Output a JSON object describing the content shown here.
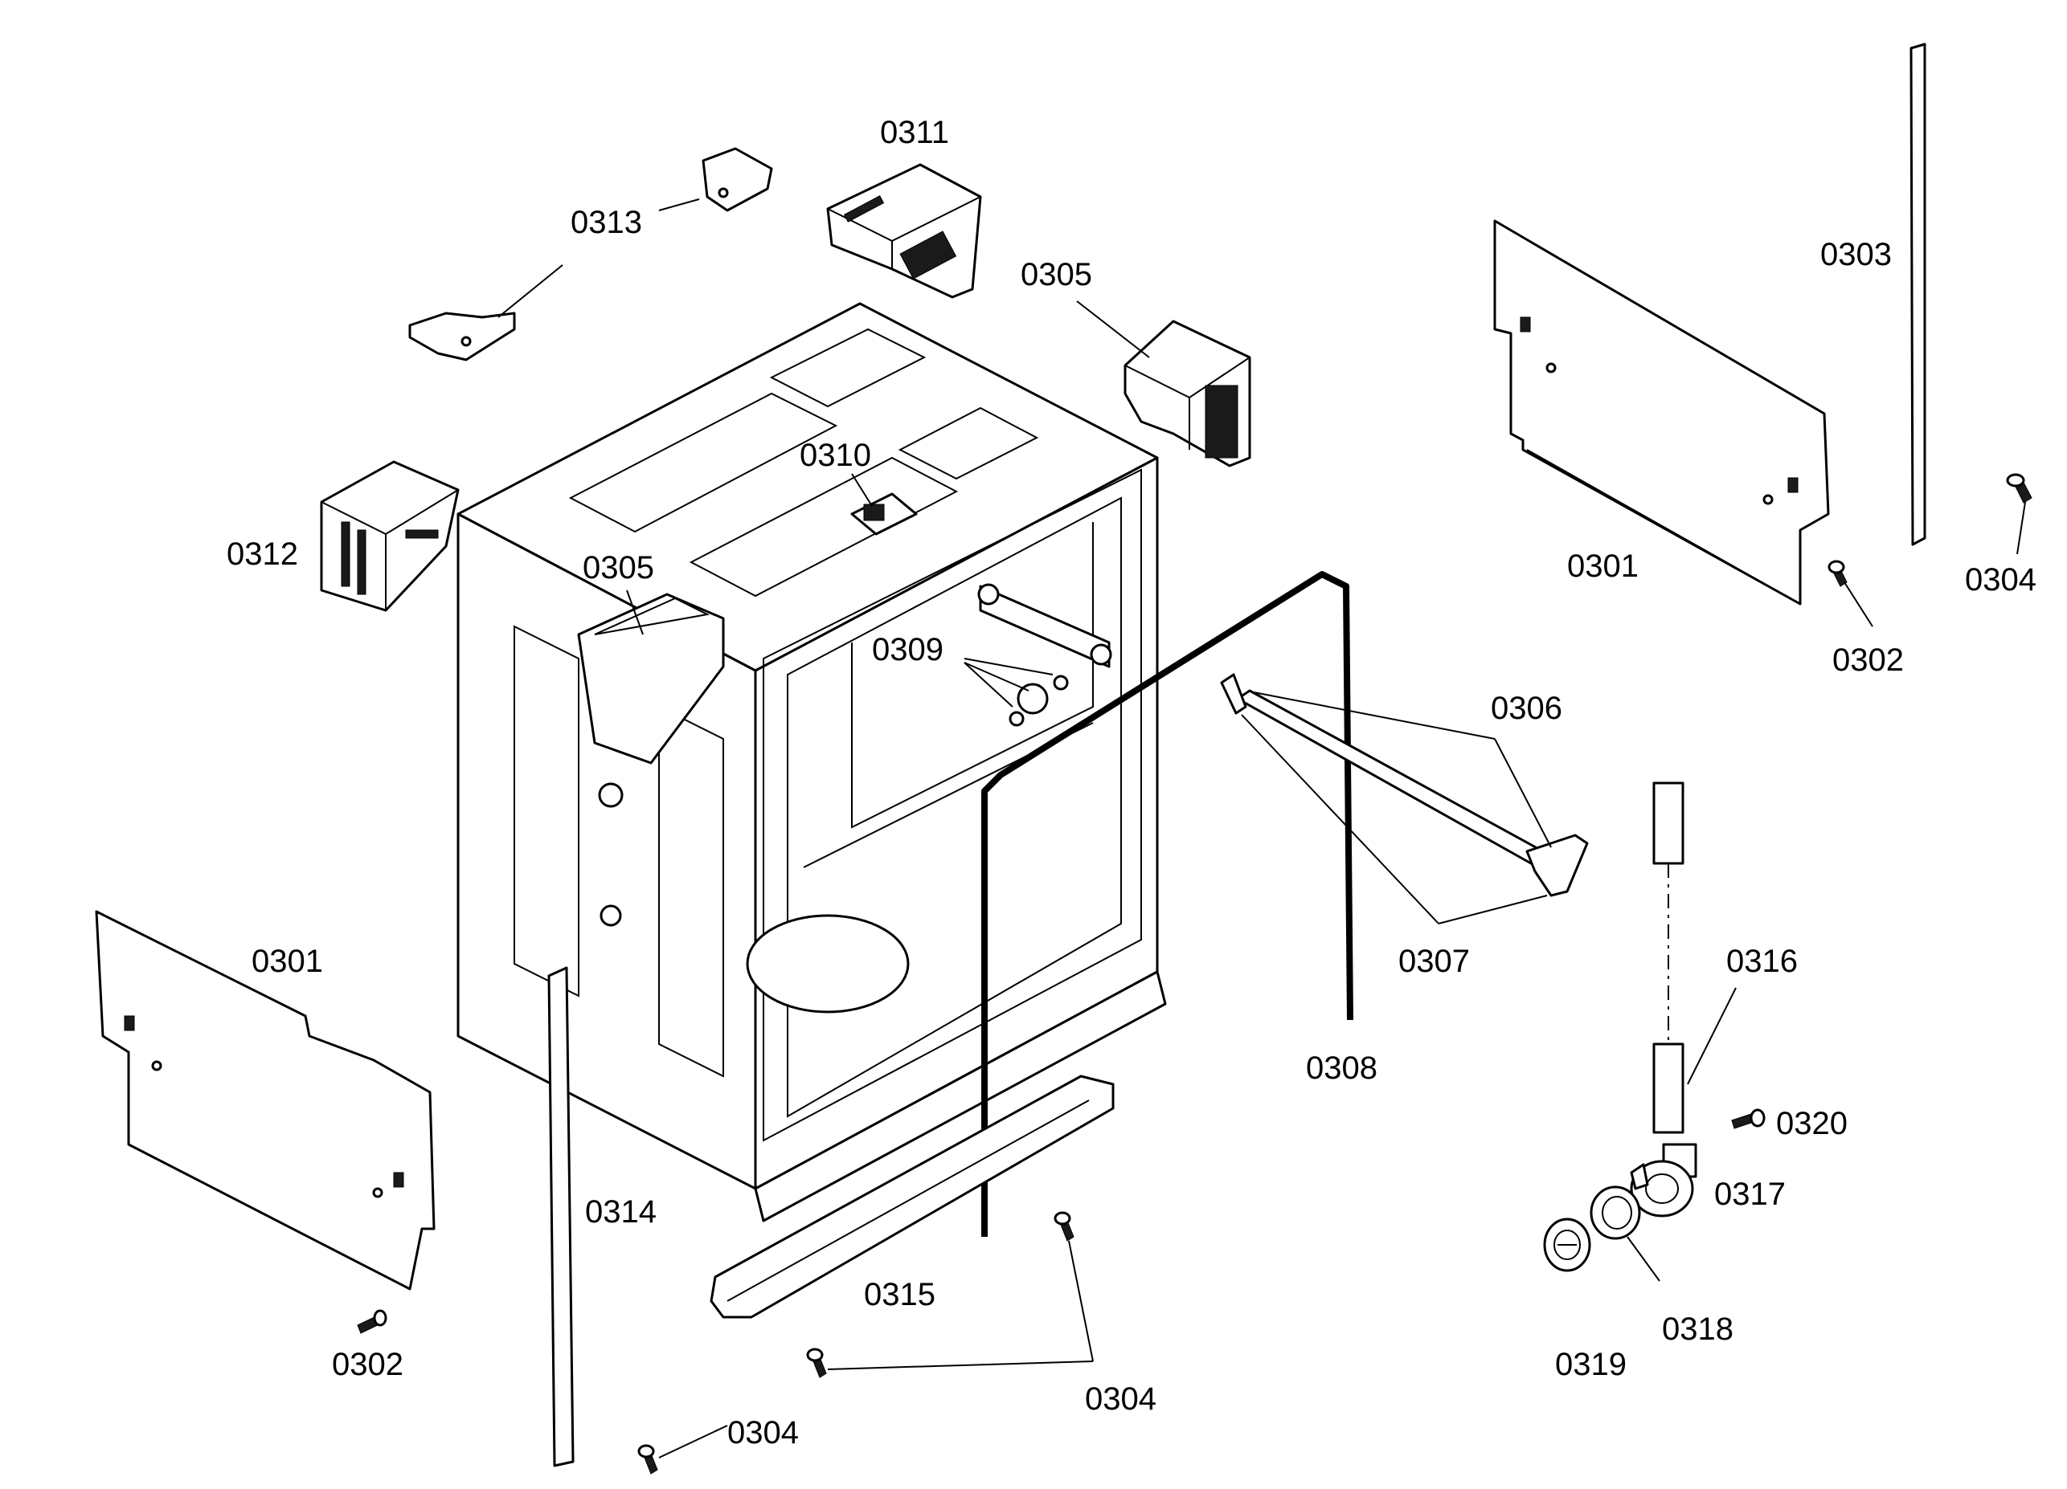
{
  "diagram": {
    "labels": [
      {
        "id": "0311",
        "text": "0311"
      },
      {
        "id": "0313",
        "text": "0313"
      },
      {
        "id": "0305a",
        "text": "0305"
      },
      {
        "id": "0303",
        "text": "0303"
      },
      {
        "id": "0310",
        "text": "0310"
      },
      {
        "id": "0312",
        "text": "0312"
      },
      {
        "id": "0305b",
        "text": "0305"
      },
      {
        "id": "0301a",
        "text": "0301"
      },
      {
        "id": "0304a",
        "text": "0304"
      },
      {
        "id": "0302a",
        "text": "0302"
      },
      {
        "id": "0309",
        "text": "0309"
      },
      {
        "id": "0306",
        "text": "0306"
      },
      {
        "id": "0301b",
        "text": "0301"
      },
      {
        "id": "0307",
        "text": "0307"
      },
      {
        "id": "0316",
        "text": "0316"
      },
      {
        "id": "0308",
        "text": "0308"
      },
      {
        "id": "0320",
        "text": "0320"
      },
      {
        "id": "0314",
        "text": "0314"
      },
      {
        "id": "0317",
        "text": "0317"
      },
      {
        "id": "0315",
        "text": "0315"
      },
      {
        "id": "0318",
        "text": "0318"
      },
      {
        "id": "0302b",
        "text": "0302"
      },
      {
        "id": "0319",
        "text": "0319"
      },
      {
        "id": "0304b",
        "text": "0304"
      },
      {
        "id": "0304c",
        "text": "0304"
      }
    ]
  }
}
